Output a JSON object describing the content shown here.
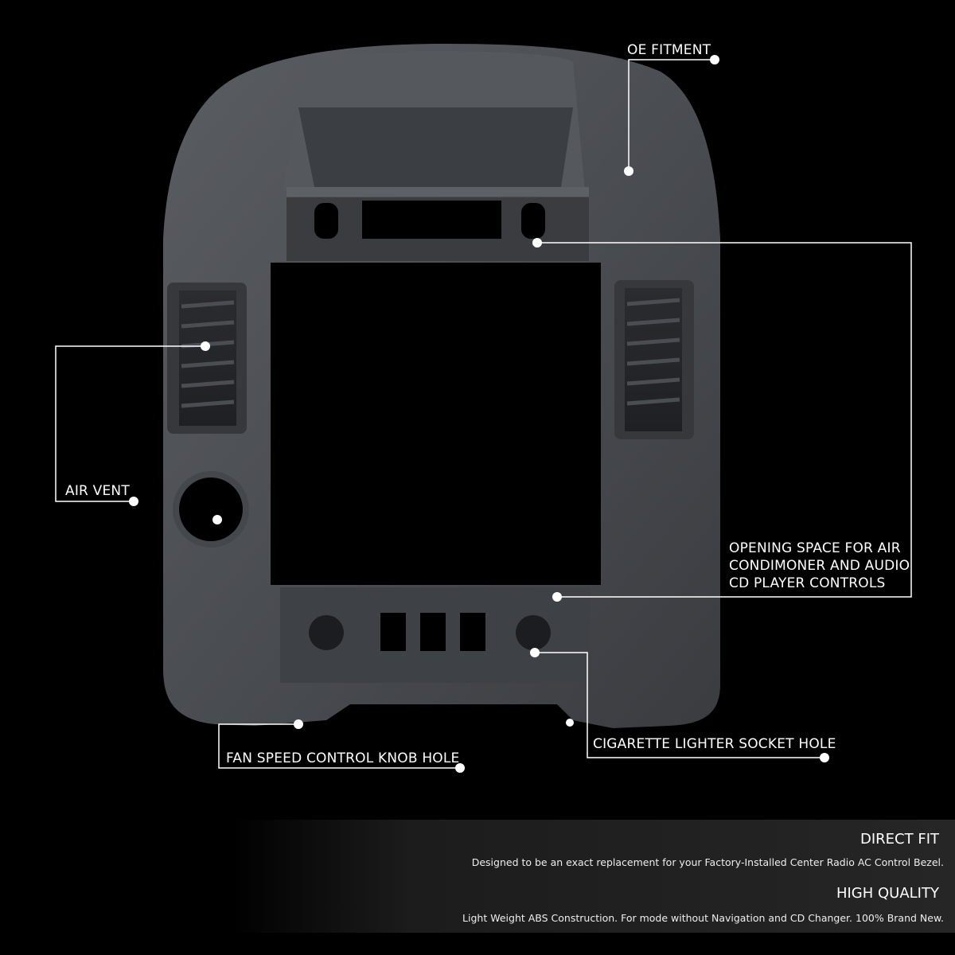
{
  "callouts": {
    "oe_fitment": "OE FITMENT",
    "air_vent": "AIR VENT",
    "opening_space_lines": [
      "OPENING SPACE FOR AIR",
      "CONDIMONER AND AUDIO",
      "CD PLAYER CONTROLS"
    ],
    "fan_speed": "FAN SPEED CONTROL KNOB HOLE",
    "cigarette_lighter": "CIGARETTE LIGHTER SOCKET HOLE"
  },
  "info": {
    "direct_fit_title": "DIRECT FIT",
    "direct_fit_desc": "Designed to be an exact replacement for your Factory-Installed Center Radio AC Control Bezel.",
    "high_quality_title": "HIGH QUALITY",
    "high_quality_desc": "Light Weight ABS Construction. For mode without Navigation and CD Changer. 100% Brand New."
  },
  "colors": {
    "background": "#000000",
    "bezel": "#4a4d52",
    "bezel_dark": "#2e3034",
    "leader_line": "#ffffff"
  }
}
